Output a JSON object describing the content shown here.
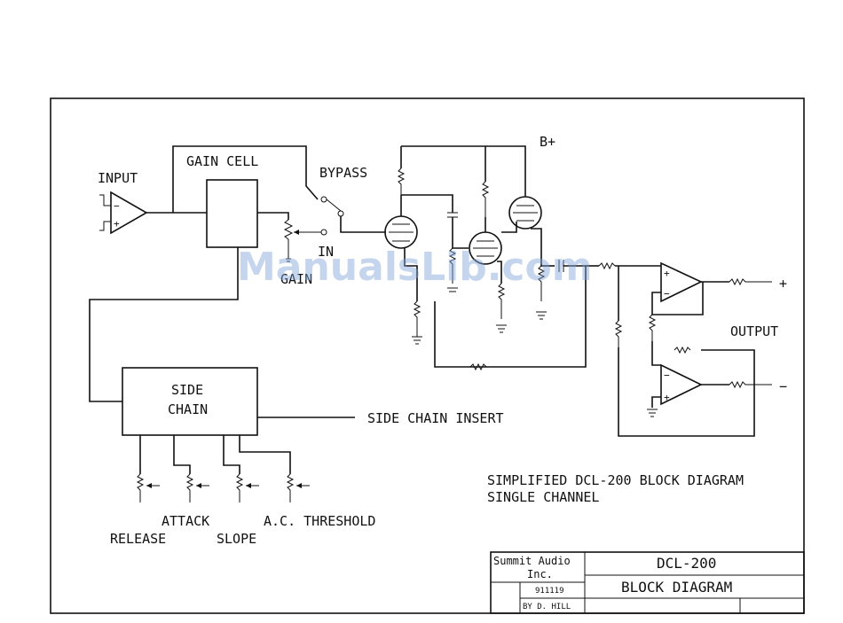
{
  "labels": {
    "input": "INPUT",
    "gain_cell": "GAIN CELL",
    "bypass": "BYPASS",
    "in": "IN",
    "gain": "GAIN",
    "b_plus": "B+",
    "output": "OUTPUT",
    "plus": "+",
    "minus": "−",
    "side": "SIDE",
    "chain": "CHAIN",
    "side_chain_insert": "SIDE CHAIN INSERT",
    "attack": "ATTACK",
    "release": "RELEASE",
    "slope": "SLOPE",
    "ac_threshold": "A.C. THRESHOLD",
    "caption_line1": "SIMPLIFIED DCL-200 BLOCK DIAGRAM",
    "caption_line2": "SINGLE CHANNEL"
  },
  "title_block": {
    "company_line1": "Summit Audio",
    "company_line2": "Inc.",
    "drawing_number": "911119",
    "drawn_by": "BY D. HILL",
    "model": "DCL-200",
    "title": "BLOCK DIAGRAM"
  },
  "watermark": "ManualsLib.com"
}
